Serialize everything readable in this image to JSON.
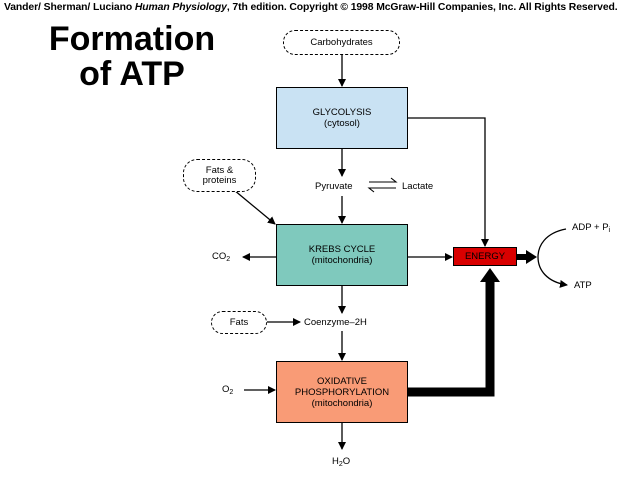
{
  "header": {
    "authors": "Vander/ Sherman/ Luciano ",
    "book_title": "Human Physiology",
    "rest": ", 7th edition. Copyright © 1998 McGraw-Hill Companies, Inc. All Rights Reserved."
  },
  "title": {
    "line1": "Formation",
    "line2": "of ATP"
  },
  "nodes": {
    "carbohydrates": "Carbohydrates",
    "glycolysis": {
      "name": "GLYCOLYSIS",
      "location": "(cytosol)"
    },
    "fats_proteins": {
      "line1": "Fats &",
      "line2": "proteins"
    },
    "pyruvate": "Pyruvate",
    "lactate": "Lactate",
    "krebs": {
      "name": "KREBS CYCLE",
      "location": "(mitochondria)"
    },
    "co2": {
      "base": "CO",
      "sub": "2"
    },
    "energy": "ENERGY",
    "fats": "Fats",
    "coenzyme": "Coenzyme–2H",
    "o2": {
      "base": "O",
      "sub": "2"
    },
    "oxphos": {
      "line1": "OXIDATIVE",
      "line2": "PHOSPHORYLATION",
      "location": "(mitochondria)"
    },
    "h2o": {
      "pre": "H",
      "sub": "2",
      "post": "O"
    },
    "adp_pi": {
      "base": "ADP + P",
      "sub": "i"
    },
    "atp": "ATP"
  },
  "colors": {
    "glycolysis": "#c9e2f3",
    "krebs": "#7fc9bd",
    "oxphos": "#f99b76",
    "energy": "#d90000"
  }
}
